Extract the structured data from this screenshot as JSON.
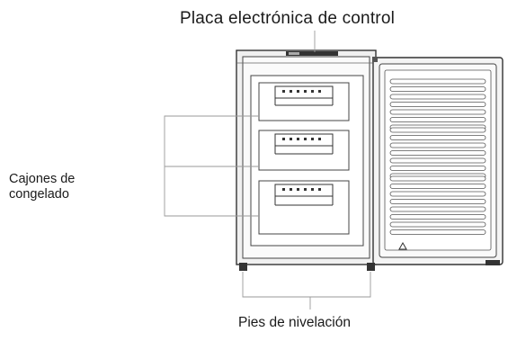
{
  "labels": {
    "control_panel": "Placa electrónica de control",
    "drawers": "Cajones de congelado",
    "leveling_feet": "Pies de nivelación"
  },
  "colors": {
    "line": "#333333",
    "leader": "#9a9a9a",
    "frame_fill": "#f2f2f2",
    "cavity_fill": "#ffffff"
  }
}
